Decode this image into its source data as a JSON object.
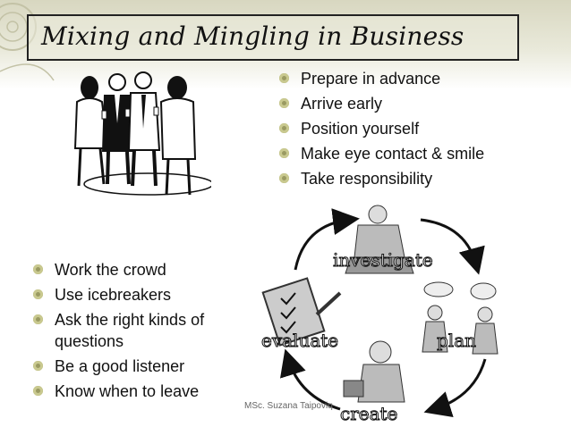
{
  "slide": {
    "title": "Mixing and Mingling in Business",
    "footer": "MSc. Suzana Taipoviq"
  },
  "right_bullets": [
    "Prepare in advance",
    "Arrive early",
    "Position yourself",
    "Make eye contact & smile",
    "Take responsibility"
  ],
  "left_bullets": [
    "Work the crowd",
    "Use icebreakers",
    "Ask the right kinds of questions",
    "Be a good listener",
    "Know when to leave"
  ],
  "cycle": {
    "steps": [
      "investigate",
      "plan",
      "create",
      "evaluate"
    ]
  },
  "colors": {
    "band": "#d8d7c0",
    "bullet": "#9a9a62",
    "text": "#111111"
  },
  "icons": {
    "people": "business-people-clipart",
    "cycle": "cycle-diagram-clipart"
  }
}
